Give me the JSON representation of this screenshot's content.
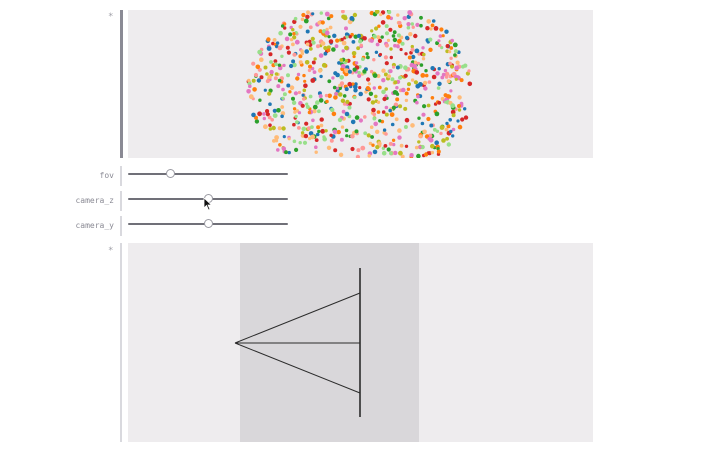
{
  "notebook": {
    "cells": [
      {
        "marker": "*"
      },
      {
        "marker": "*"
      }
    ]
  },
  "controls": [
    {
      "label": "fov",
      "value": 0.25
    },
    {
      "label": "camera_z",
      "value": 0.5
    },
    {
      "label": "camera_y",
      "value": 0.5
    }
  ],
  "point_cloud": {
    "colors": [
      "#d62728",
      "#2ca02c",
      "#1f77b4",
      "#ff7f0e",
      "#ffbb78",
      "#98df8a",
      "#ff9896",
      "#e377c2",
      "#bcbd22"
    ],
    "point_count": 900
  },
  "camera_diagram": {
    "frustum_color": "#2b2b2b"
  }
}
